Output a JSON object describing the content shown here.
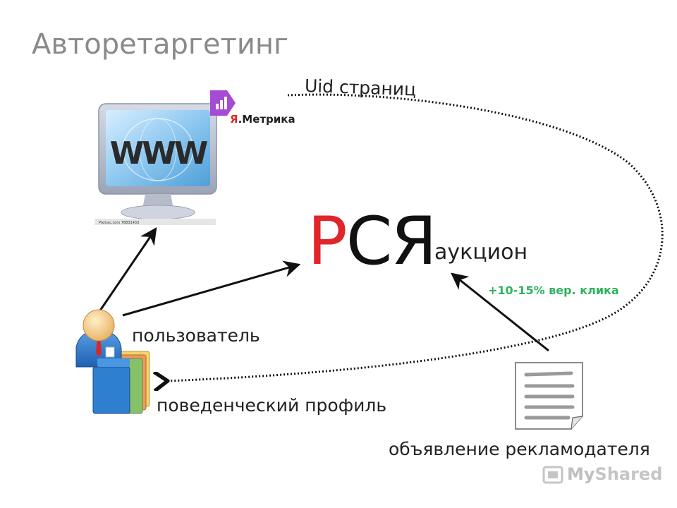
{
  "title": "Автоbecause",
  "labels": {
    "uid": "Uid страниц",
    "metrika_prefix": "Я",
    "metrika_suffix": ".Метрика",
    "rsya_first": "Р",
    "rsya_rest": "СЯ",
    "auction": "аукцион",
    "uplift": "+10-15% вер. клика",
    "user": "пользователь",
    "profile": "поведенческий профиль",
    "ad": "объявление рекламодателя"
  },
  "monitor": {
    "screen_text": "WWW",
    "credit": "Pixmac.com 78831433"
  },
  "watermark": {
    "prefix": "My",
    "suffix": "Shared"
  },
  "colors": {
    "accent_red": "#e0252b",
    "uplift_green": "#2db35d",
    "title_gray": "#8a8a8a",
    "metrika_purple": "#a64bd6"
  }
}
